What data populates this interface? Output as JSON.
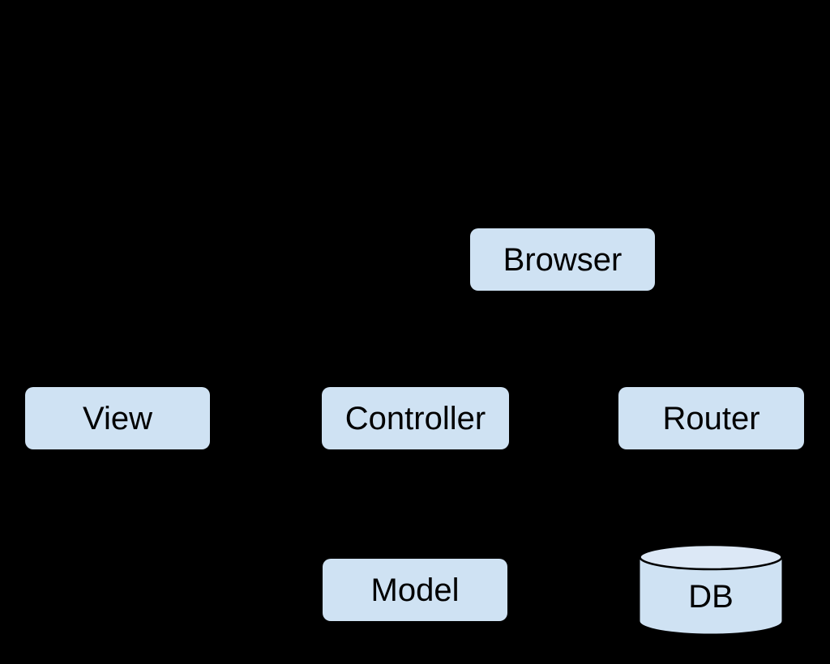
{
  "diagram": {
    "description": "MVC web architecture diagram on black background",
    "colors": {
      "background": "#000000",
      "node_fill": "#cfe2f3",
      "cylinder_top_fill": "#dce8f6",
      "node_text": "#000000",
      "cylinder_stroke": "#000000"
    },
    "nodes": [
      {
        "id": "browser",
        "label": "Browser",
        "shape": "rounded-rect"
      },
      {
        "id": "view",
        "label": "View",
        "shape": "rounded-rect"
      },
      {
        "id": "controller",
        "label": "Controller",
        "shape": "rounded-rect"
      },
      {
        "id": "router",
        "label": "Router",
        "shape": "rounded-rect"
      },
      {
        "id": "model",
        "label": "Model",
        "shape": "rounded-rect"
      },
      {
        "id": "db",
        "label": "DB",
        "shape": "cylinder"
      }
    ]
  }
}
